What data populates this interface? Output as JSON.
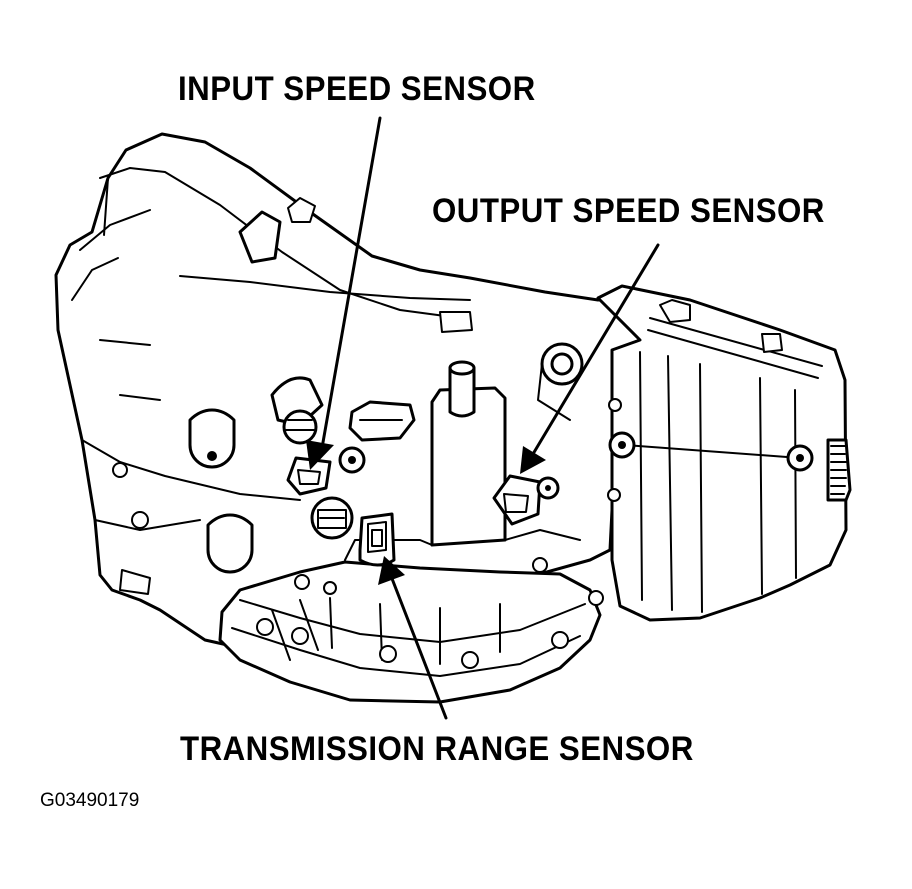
{
  "labels": {
    "input_speed_sensor": "INPUT SPEED SENSOR",
    "output_speed_sensor": "OUTPUT SPEED SENSOR",
    "transmission_range_sensor": "TRANSMISSION RANGE SENSOR"
  },
  "figure_id": "G03490179",
  "colors": {
    "line": "#000000",
    "background": "#ffffff"
  }
}
